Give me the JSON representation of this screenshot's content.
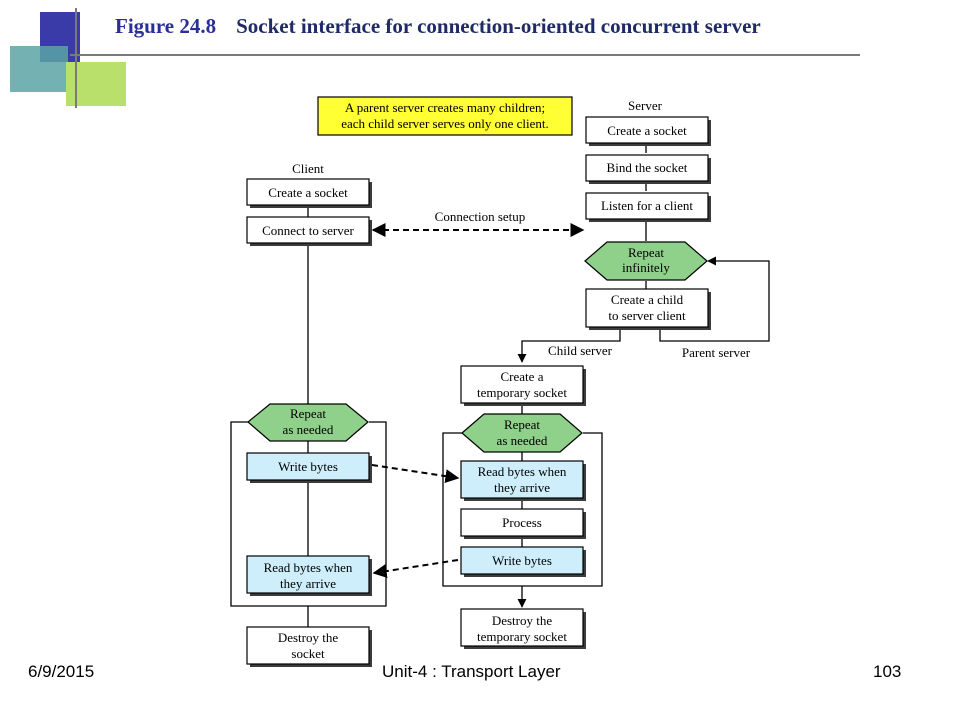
{
  "slide": {
    "figure_number": "Figure 24.8",
    "figure_title": "Socket interface for connection-oriented concurrent server",
    "footer_date": "6/9/2015",
    "footer_center": "Unit-4 : Transport Layer",
    "footer_page": "103"
  },
  "diagram": {
    "note": [
      "A parent server creates many children;",
      "each child server serves only one client."
    ],
    "server_label": "Server",
    "client_label": "Client",
    "server_steps": {
      "create": "Create a socket",
      "bind": "Bind the socket",
      "listen": "Listen for a client",
      "repeat": [
        "Repeat",
        "infinitely"
      ],
      "child": [
        "Create a child",
        "to server client"
      ]
    },
    "client_steps": {
      "create": "Create a socket",
      "connect": "Connect to server",
      "repeat": [
        "Repeat",
        "as needed"
      ],
      "write": "Write bytes",
      "read": [
        "Read bytes when",
        "they arrive"
      ],
      "destroy": [
        "Destroy the",
        "socket"
      ]
    },
    "child_steps": {
      "temp": [
        "Create a",
        "temporary socket"
      ],
      "repeat": [
        "Repeat",
        "as needed"
      ],
      "read": [
        "Read bytes when",
        "they arrive"
      ],
      "process": "Process",
      "write": "Write bytes",
      "destroy": [
        "Destroy the",
        "temporary socket"
      ]
    },
    "labels": {
      "connection_setup": "Connection setup",
      "child_server": "Child server",
      "parent_server": "Parent server"
    }
  }
}
